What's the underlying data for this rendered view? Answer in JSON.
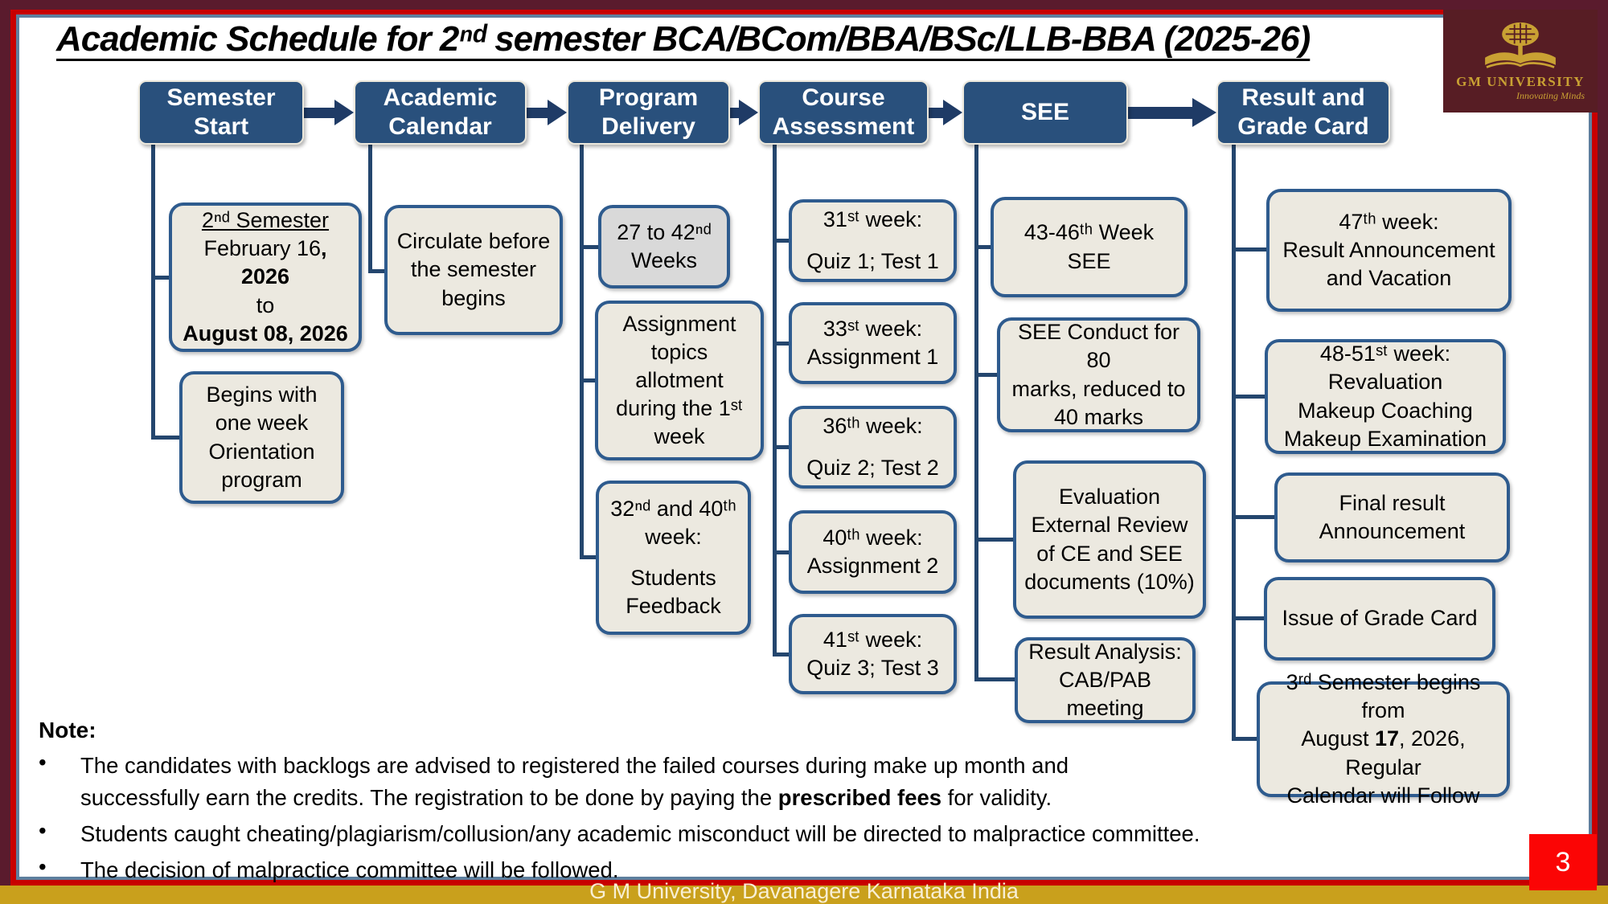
{
  "title": "Academic Schedule for 2ⁿᵈ semester BCA/BCom/BBA/BSc/LLB-BBA (2025-26)",
  "logo": {
    "name": "GM UNIVERSITY",
    "tagline": "Innovating Minds"
  },
  "flow": {
    "columns": [
      {
        "header": "Semester Start",
        "children": [
          {
            "lines": [
              {
                "segs": [
                  {
                    "t": "2ⁿᵈ Semester",
                    "u": true
                  }
                ]
              },
              {
                "segs": [
                  {
                    "t": "February 16"
                  },
                  {
                    "t": ", 2026",
                    "b": true
                  }
                ]
              },
              {
                "segs": [
                  {
                    "t": "to"
                  }
                ]
              },
              {
                "segs": [
                  {
                    "t": "August 08, 2026",
                    "b": true
                  }
                ]
              }
            ]
          },
          {
            "lines": [
              {
                "segs": [
                  {
                    "t": "Begins with"
                  }
                ]
              },
              {
                "segs": [
                  {
                    "t": "one week"
                  }
                ]
              },
              {
                "segs": [
                  {
                    "t": "Orientation"
                  }
                ]
              },
              {
                "segs": [
                  {
                    "t": "program"
                  }
                ]
              }
            ]
          }
        ]
      },
      {
        "header": "Academic Calendar",
        "children": [
          {
            "lines": [
              {
                "segs": [
                  {
                    "t": "Circulate before"
                  }
                ]
              },
              {
                "segs": [
                  {
                    "t": "the semester"
                  }
                ]
              },
              {
                "segs": [
                  {
                    "t": "begins"
                  }
                ]
              }
            ]
          }
        ]
      },
      {
        "header": "Program Delivery",
        "children": [
          {
            "lines": [
              {
                "segs": [
                  {
                    "t": "27 to 42ⁿᵈ"
                  }
                ]
              },
              {
                "segs": [
                  {
                    "t": "Weeks"
                  }
                ]
              }
            ]
          },
          {
            "lines": [
              {
                "segs": [
                  {
                    "t": "Assignment"
                  }
                ]
              },
              {
                "segs": [
                  {
                    "t": "topics"
                  }
                ]
              },
              {
                "segs": [
                  {
                    "t": "allotment"
                  }
                ]
              },
              {
                "segs": [
                  {
                    "t": "during the 1ˢᵗ"
                  }
                ]
              },
              {
                "segs": [
                  {
                    "t": "week"
                  }
                ]
              }
            ]
          },
          {
            "lines": [
              {
                "segs": [
                  {
                    "t": "32ⁿᵈ and 40ᵗʰ"
                  }
                ]
              },
              {
                "segs": [
                  {
                    "t": "week:"
                  }
                ]
              },
              {
                "gap": true,
                "segs": [
                  {
                    "t": "Students"
                  }
                ]
              },
              {
                "segs": [
                  {
                    "t": "Feedback"
                  }
                ]
              }
            ]
          }
        ]
      },
      {
        "header": "Course Assessment",
        "children": [
          {
            "lines": [
              {
                "segs": [
                  {
                    "t": "31ˢᵗ week:"
                  }
                ]
              },
              {
                "gap": true,
                "segs": [
                  {
                    "t": "Quiz 1; Test 1"
                  }
                ]
              }
            ]
          },
          {
            "lines": [
              {
                "segs": [
                  {
                    "t": "33ˢᵗ week:"
                  }
                ]
              },
              {
                "segs": [
                  {
                    "t": "Assignment 1"
                  }
                ]
              }
            ]
          },
          {
            "lines": [
              {
                "segs": [
                  {
                    "t": "36ᵗʰ week:"
                  }
                ]
              },
              {
                "gap": true,
                "segs": [
                  {
                    "t": "Quiz 2; Test 2"
                  }
                ]
              }
            ]
          },
          {
            "lines": [
              {
                "segs": [
                  {
                    "t": "40ᵗʰ week:"
                  }
                ]
              },
              {
                "segs": [
                  {
                    "t": "Assignment 2"
                  }
                ]
              }
            ]
          },
          {
            "lines": [
              {
                "segs": [
                  {
                    "t": "41ˢᵗ week:"
                  }
                ]
              },
              {
                "segs": [
                  {
                    "t": "Quiz 3; Test 3"
                  }
                ]
              }
            ]
          }
        ]
      },
      {
        "header": "SEE",
        "children": [
          {
            "lines": [
              {
                "segs": [
                  {
                    "t": "43-46ᵗʰ Week"
                  }
                ]
              },
              {
                "segs": [
                  {
                    "t": "SEE"
                  }
                ]
              }
            ]
          },
          {
            "lines": [
              {
                "segs": [
                  {
                    "t": "SEE Conduct for 80"
                  }
                ]
              },
              {
                "segs": [
                  {
                    "t": "marks, reduced to"
                  }
                ]
              },
              {
                "segs": [
                  {
                    "t": "40 marks"
                  }
                ]
              }
            ]
          },
          {
            "lines": [
              {
                "segs": [
                  {
                    "t": "Evaluation"
                  }
                ]
              },
              {
                "segs": [
                  {
                    "t": "External Review"
                  }
                ]
              },
              {
                "segs": [
                  {
                    "t": "of CE and SEE"
                  }
                ]
              },
              {
                "segs": [
                  {
                    "t": "documents (10%)"
                  }
                ]
              }
            ]
          },
          {
            "lines": [
              {
                "segs": [
                  {
                    "t": "Result Analysis:"
                  }
                ]
              },
              {
                "segs": [
                  {
                    "t": "CAB/PAB"
                  }
                ]
              },
              {
                "segs": [
                  {
                    "t": "meeting"
                  }
                ]
              }
            ]
          }
        ]
      },
      {
        "header": "Result and Grade Card",
        "children": [
          {
            "lines": [
              {
                "segs": [
                  {
                    "t": "47ᵗʰ week:"
                  }
                ]
              },
              {
                "segs": [
                  {
                    "t": "Result Announcement"
                  }
                ]
              },
              {
                "segs": [
                  {
                    "t": "and Vacation"
                  }
                ]
              }
            ]
          },
          {
            "lines": [
              {
                "segs": [
                  {
                    "t": "48-51ˢᵗ week:"
                  }
                ]
              },
              {
                "segs": [
                  {
                    "t": "Revaluation"
                  }
                ]
              },
              {
                "segs": [
                  {
                    "t": "Makeup Coaching"
                  }
                ]
              },
              {
                "segs": [
                  {
                    "t": "Makeup Examination"
                  }
                ]
              }
            ]
          },
          {
            "lines": [
              {
                "segs": [
                  {
                    "t": "Final result"
                  }
                ]
              },
              {
                "segs": [
                  {
                    "t": "Announcement"
                  }
                ]
              }
            ]
          },
          {
            "lines": [
              {
                "segs": [
                  {
                    "t": "Issue of Grade Card"
                  }
                ]
              }
            ]
          },
          {
            "lines": [
              {
                "segs": [
                  {
                    "t": "3ʳᵈ Semester begins from"
                  }
                ]
              },
              {
                "segs": [
                  {
                    "t": "August "
                  },
                  {
                    "t": "17",
                    "b": true
                  },
                  {
                    "t": ", 2026, Regular"
                  }
                ]
              },
              {
                "segs": [
                  {
                    "t": "Calendar will Follow"
                  }
                ]
              }
            ]
          }
        ]
      }
    ]
  },
  "note": {
    "heading": "Note:",
    "bullets": [
      [
        {
          "segs": [
            {
              "t": "The candidates with backlogs are advised to registered the failed courses during make up month and"
            }
          ]
        },
        {
          "segs": [
            {
              "t": "successfully earn the credits. The registration to be done by paying the "
            },
            {
              "t": "prescribed fees",
              "b": true
            },
            {
              "t": " for validity."
            }
          ]
        }
      ],
      [
        {
          "segs": [
            {
              "t": "Students caught cheating/plagiarism/collusion/any academic misconduct will be directed to malpractice committee."
            }
          ]
        }
      ],
      [
        {
          "segs": [
            {
              "t": "The decision of malpractice committee will be followed."
            }
          ]
        }
      ]
    ]
  },
  "footer": {
    "text": "G M University, Davanagere Karnataka India",
    "page_number": "3"
  },
  "colors": {
    "header_blue": "#29507C",
    "child_border_blue": "#2E5B8E",
    "child_fill": "#ECE9E0",
    "gray_fill": "#D9D9D9",
    "connector_blue": "#24466E",
    "arrow_navy": "#1F3B66",
    "border_maroon": "#5A1B2D",
    "border_red": "#C80000",
    "border_slate": "#5E7F9E",
    "band_gold": "#C9A01C",
    "page_red": "#FB0505",
    "logo_maroon": "#571D24",
    "logo_gold": "#C9A133"
  }
}
